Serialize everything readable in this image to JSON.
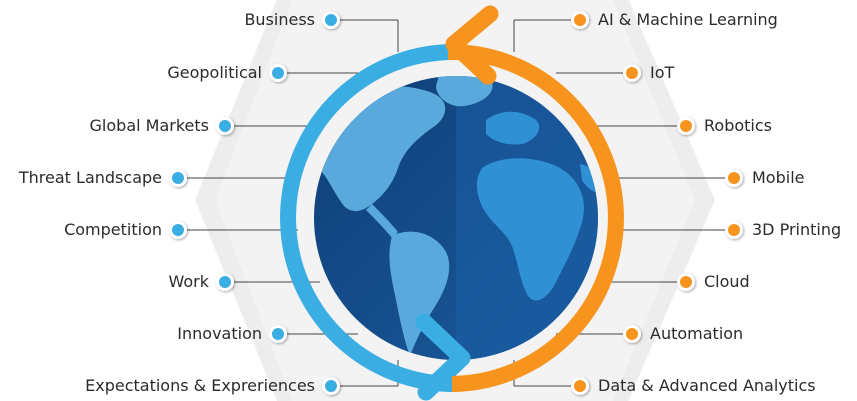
{
  "colors": {
    "left_accent": "#3aaee3",
    "right_accent": "#f7941d",
    "globe_dark": "#12467f",
    "globe_light": "#2f8fd2",
    "hexagon": "#ececec",
    "text": "#2b2b2b"
  },
  "left_items": [
    "Business",
    "Geopolitical",
    "Global Markets",
    "Threat Landscape",
    "Competition",
    "Work",
    "Innovation",
    "Expectations & Expreriences"
  ],
  "right_items": [
    "AI & Machine Learning",
    "IoT",
    "Robotics",
    "Mobile",
    "3D Printing",
    "Cloud",
    "Automation",
    "Data & Advanced Analytics"
  ],
  "center": {
    "icon": "globe-icon",
    "left_arrow": "blue-cycle-arrow",
    "right_arrow": "orange-cycle-arrow"
  }
}
